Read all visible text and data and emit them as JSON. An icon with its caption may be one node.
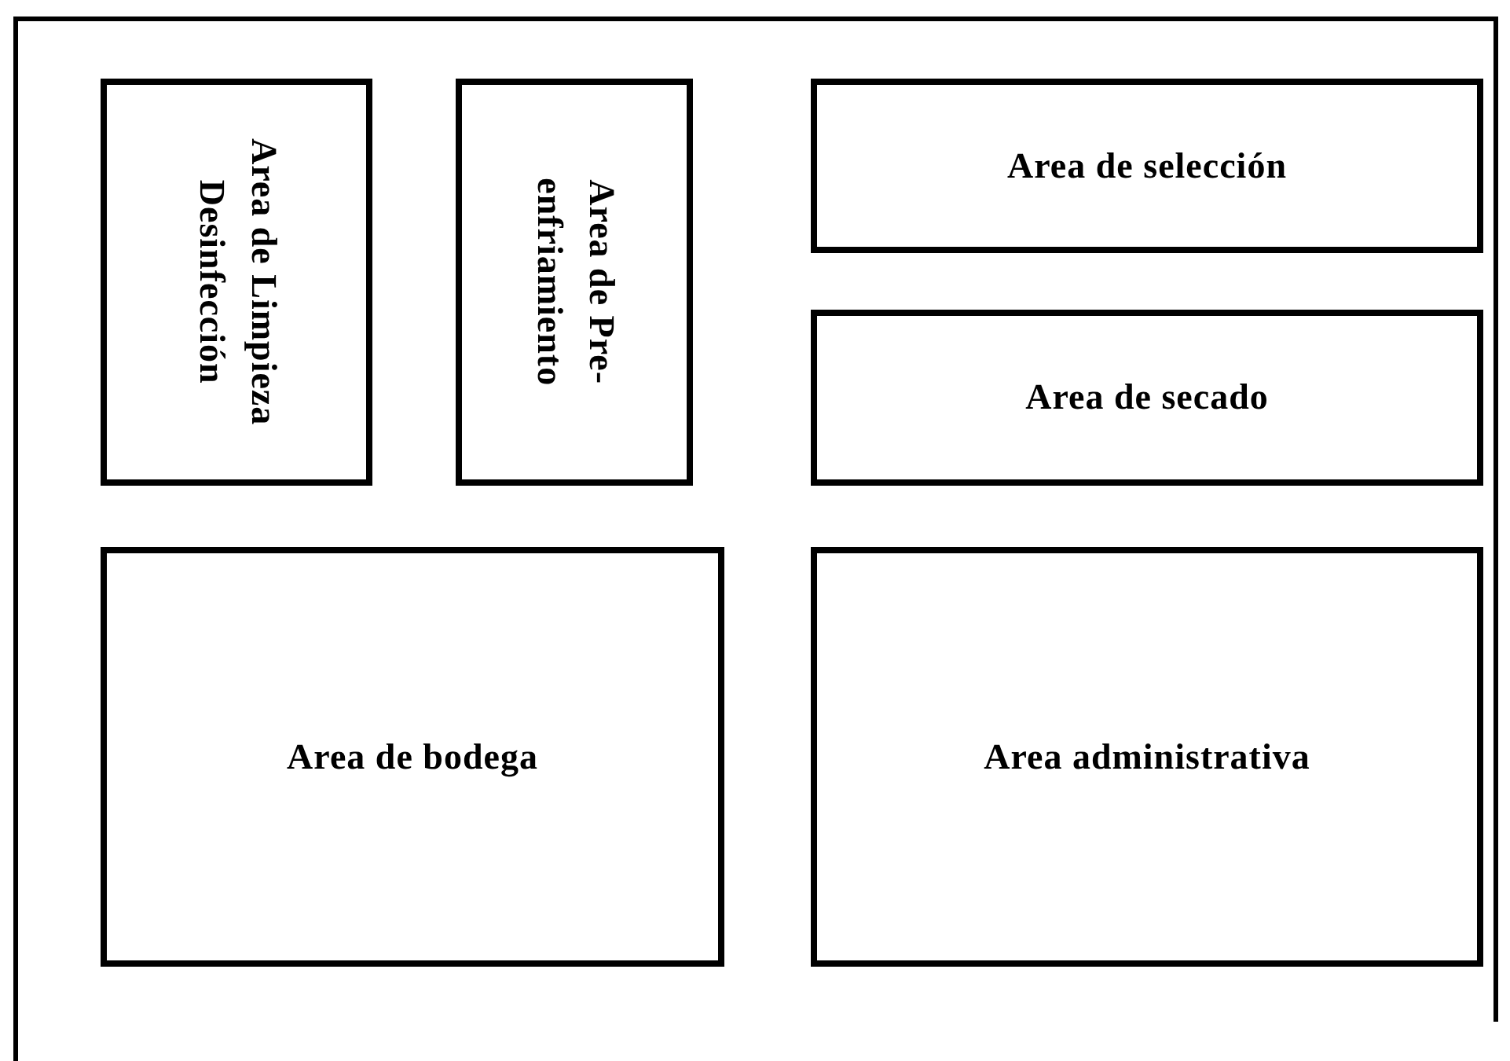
{
  "diagram": {
    "nodes": [
      {
        "text": [
          "Area de Limpieza Desinfección"
        ]
      },
      {
        "text": [
          "Area de Pre-enfriamiento"
        ]
      },
      {
        "text": [
          "Area de selección"
        ]
      },
      {
        "text": [
          "Area de secado"
        ]
      },
      {
        "text": [
          "Area de bodega"
        ]
      },
      {
        "text": [
          "Area administrativa"
        ]
      }
    ]
  }
}
